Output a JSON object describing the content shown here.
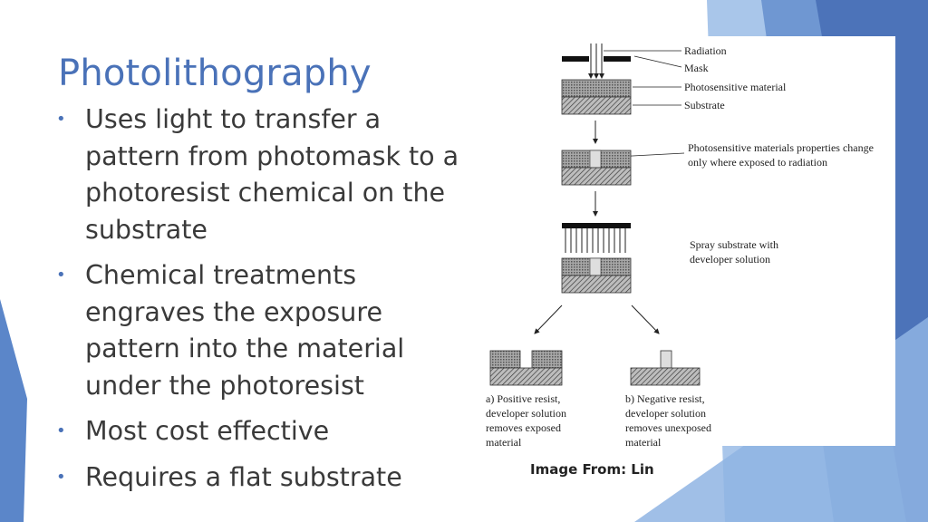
{
  "slide": {
    "title": "Photolithography",
    "bullets": [
      "Uses light to transfer a pattern from photomask to a photoresist chemical on the substrate",
      "Chemical treatments engraves the exposure pattern into the material under the photoresist",
      "Most cost effective",
      "Requires a flat substrate"
    ],
    "bullet_marker": "•",
    "caption": "Image From: Lin"
  },
  "figure": {
    "labels": {
      "radiation": "Radiation",
      "mask": "Mask",
      "photosensitive": "Photosensitive material",
      "substrate": "Substrate",
      "change_line1": "Photosensitive materials properties change",
      "change_line2": "only where exposed to radiation",
      "spray_line1": "Spray substrate with",
      "spray_line2": "developer solution",
      "positive_line1": "a) Positive resist,",
      "positive_line2": "developer solution",
      "positive_line3": "removes exposed",
      "positive_line4": "material",
      "negative_line1": "b) Negative resist,",
      "negative_line2": "developer solution",
      "negative_line3": "removes unexposed",
      "negative_line4": "material"
    }
  },
  "colors": {
    "title": "#4a72b8",
    "text": "#3a3a3a",
    "accent_light": "#8fb4e3",
    "accent_mid": "#5b86c9",
    "accent_dark": "#3f64ad"
  }
}
